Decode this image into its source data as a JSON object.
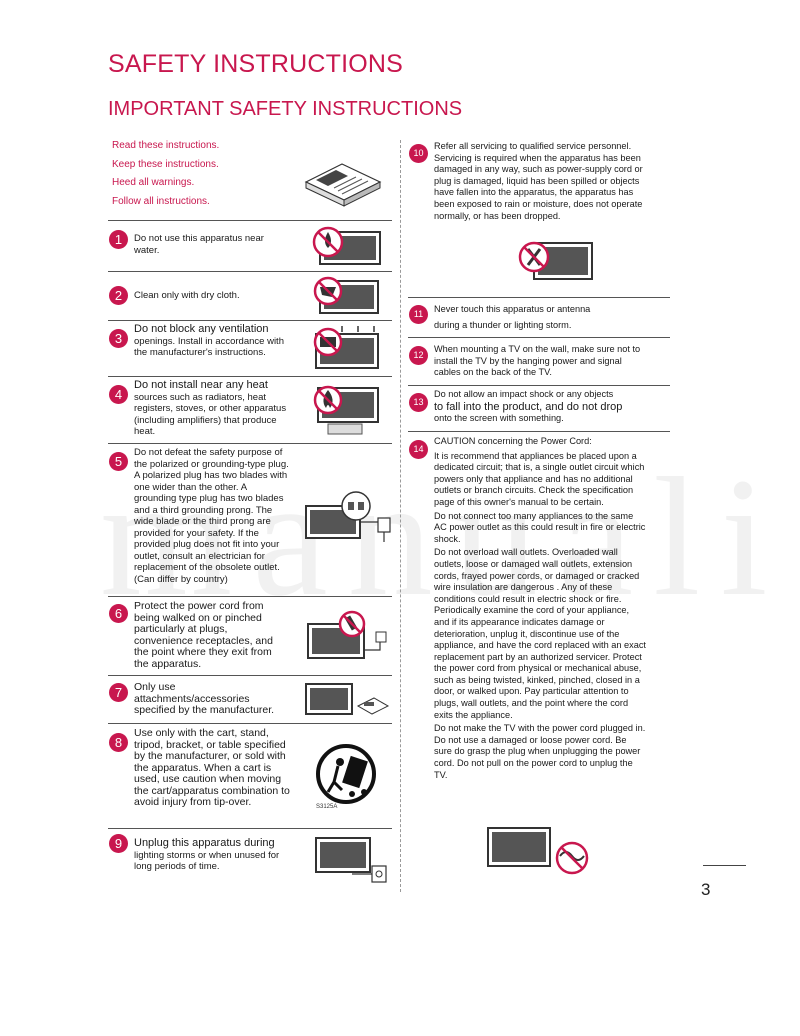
{
  "header": {
    "title": "SAFETY INSTRUCTIONS",
    "subtitle": "IMPORTANT SAFETY INSTRUCTIONS"
  },
  "intro": [
    "Read these instructions.",
    "Keep these instructions.",
    "Heed all warnings.",
    "Follow all instructions."
  ],
  "items": {
    "i1": {
      "num": "1",
      "text": "Do not use this apparatus near water."
    },
    "i2": {
      "num": "2",
      "text": "Clean only with dry cloth."
    },
    "i3": {
      "num": "3",
      "lead": "Do not block any ventilation",
      "text": "openings. Install in accordance with the manufacturer's instructions."
    },
    "i4": {
      "num": "4",
      "lead": "Do not install near any heat",
      "text": "sources such as radiators, heat registers, stoves, or other apparatus (including amplifiers) that produce heat."
    },
    "i5": {
      "num": "5",
      "text": "Do not defeat the safety purpose of the polarized or grounding-type plug. A polarized plug has two blades with one wider than the other. A grounding type plug has two blades and a third grounding prong. The wide blade or the third prong are provided for your safety. If the provided plug does not fit into your outlet, consult an electrician for replacement of the obsolete outlet. (Can differ by country)"
    },
    "i6": {
      "num": "6",
      "text": "Protect the power cord from being walked on or pinched particularly at plugs, convenience receptacles, and the point where they exit from the apparatus."
    },
    "i7": {
      "num": "7",
      "text": "Only use attachments/accessories specified by the manufacturer."
    },
    "i8": {
      "num": "8",
      "text": "Use only with the cart, stand, tripod, bracket, or table specified by the manufacturer, or sold with the apparatus. When a cart is used, use caution when moving the cart/apparatus combination to avoid injury from tip-over."
    },
    "i9": {
      "num": "9",
      "lead": "Unplug this apparatus during",
      "text": "lighting storms or when unused for long periods of time."
    },
    "i10": {
      "num": "10",
      "text": "Refer all servicing to qualified service personnel. Servicing is required when the apparatus has been damaged in any way, such as power-supply cord or plug is damaged, liquid has been spilled or objects have fallen into the apparatus, the apparatus has been exposed to rain or moisture, does not operate normally, or has been dropped."
    },
    "i11": {
      "num": "11",
      "line1": "Never touch this apparatus or antenna",
      "line2": "during a thunder or lighting storm."
    },
    "i12": {
      "num": "12",
      "text": "When mounting a TV on the wall, make sure not to install the TV by the hanging power and signal cables on the back of the TV."
    },
    "i13": {
      "num": "13",
      "line1": "Do not allow an impact shock or any objects",
      "line2": "to fall into the product, and do not drop",
      "line3": "onto the screen with something."
    },
    "i14": {
      "num": "14",
      "heading": "CAUTION concerning the Power Cord:",
      "p1": "It is recommend that appliances be placed upon a dedicated circuit; that is, a single outlet circuit which powers only that appliance and has no additional outlets or branch circuits. Check the specification page of this owner's manual to be certain.",
      "p2": "Do not connect too many appliances to the same AC power outlet as this could result in fire or electric shock.",
      "p3": "Do not overload wall outlets. Overloaded wall outlets, loose or damaged wall outlets, extension cords, frayed power cords, or damaged or cracked wire insulation are dangerous . Any of these conditions could result in electric shock or fire. Periodically examine the cord of your appliance, and if its appearance indicates damage or deterioration, unplug it, discontinue use of the appliance, and have the cord replaced with an exact replacement part by an authorized servicer. Protect the power cord from physical or mechanical abuse, such as being twisted, kinked, pinched, closed in a door, or walked upon. Pay particular attention to plugs, wall outlets, and the point where the cord exits the appliance.",
      "p4": "Do not make the TV with the power cord plugged in. Do not use a damaged or loose power cord. Be sure do grasp the plug when unplugging the power cord. Do not pull on the power cord to unplug the TV."
    }
  },
  "cart_label": "S3125A",
  "watermark": "manuali",
  "page_number": "3",
  "colors": {
    "accent": "#c8174e",
    "text": "#1a1a1a"
  }
}
